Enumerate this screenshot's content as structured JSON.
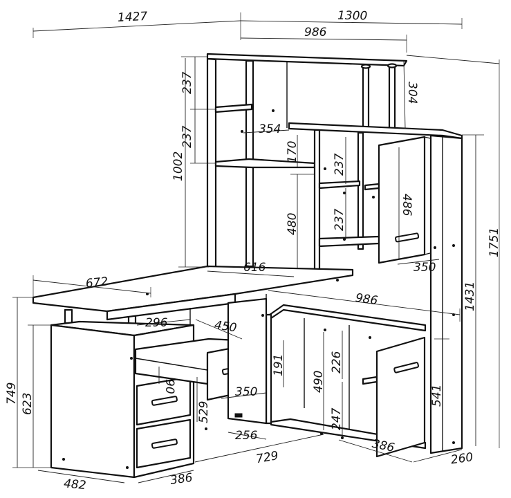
{
  "dimensions": {
    "total_left_width": "1427",
    "total_right_width": "1300",
    "right_upper_width": "986",
    "top_shelf_height": "237",
    "upper_section_height": "304",
    "second_shelf_height": "237",
    "niche_width": "354",
    "small_gap": "170",
    "right_shelf_upper": "237",
    "upper_unit_height": "1002",
    "door_height": "486",
    "right_shelf_lower": "237",
    "total_height": "1751",
    "middle_niche_height": "480",
    "door_width": "350",
    "desk_depth": "672",
    "inner_width": "616",
    "right_desk_width": "986",
    "side_height": "1431",
    "drawer_inset": "296",
    "drawer_width": "450",
    "lower_shelf_height": "226",
    "drawer_face_height": "191",
    "desk_height": "749",
    "pedestal_height": "623",
    "drawer_depth": "90",
    "lower_cabinet_height": "490",
    "lower_door_height": "541",
    "drawer_front_width": "350",
    "bottom_cavity_height": "529",
    "base_shelf_height": "247",
    "drawer_offset": "256",
    "under_desk_width": "729",
    "lower_shelf_depth": "386",
    "pedestal_width": "482",
    "pedestal_depth": "386",
    "unit_depth": "260"
  }
}
